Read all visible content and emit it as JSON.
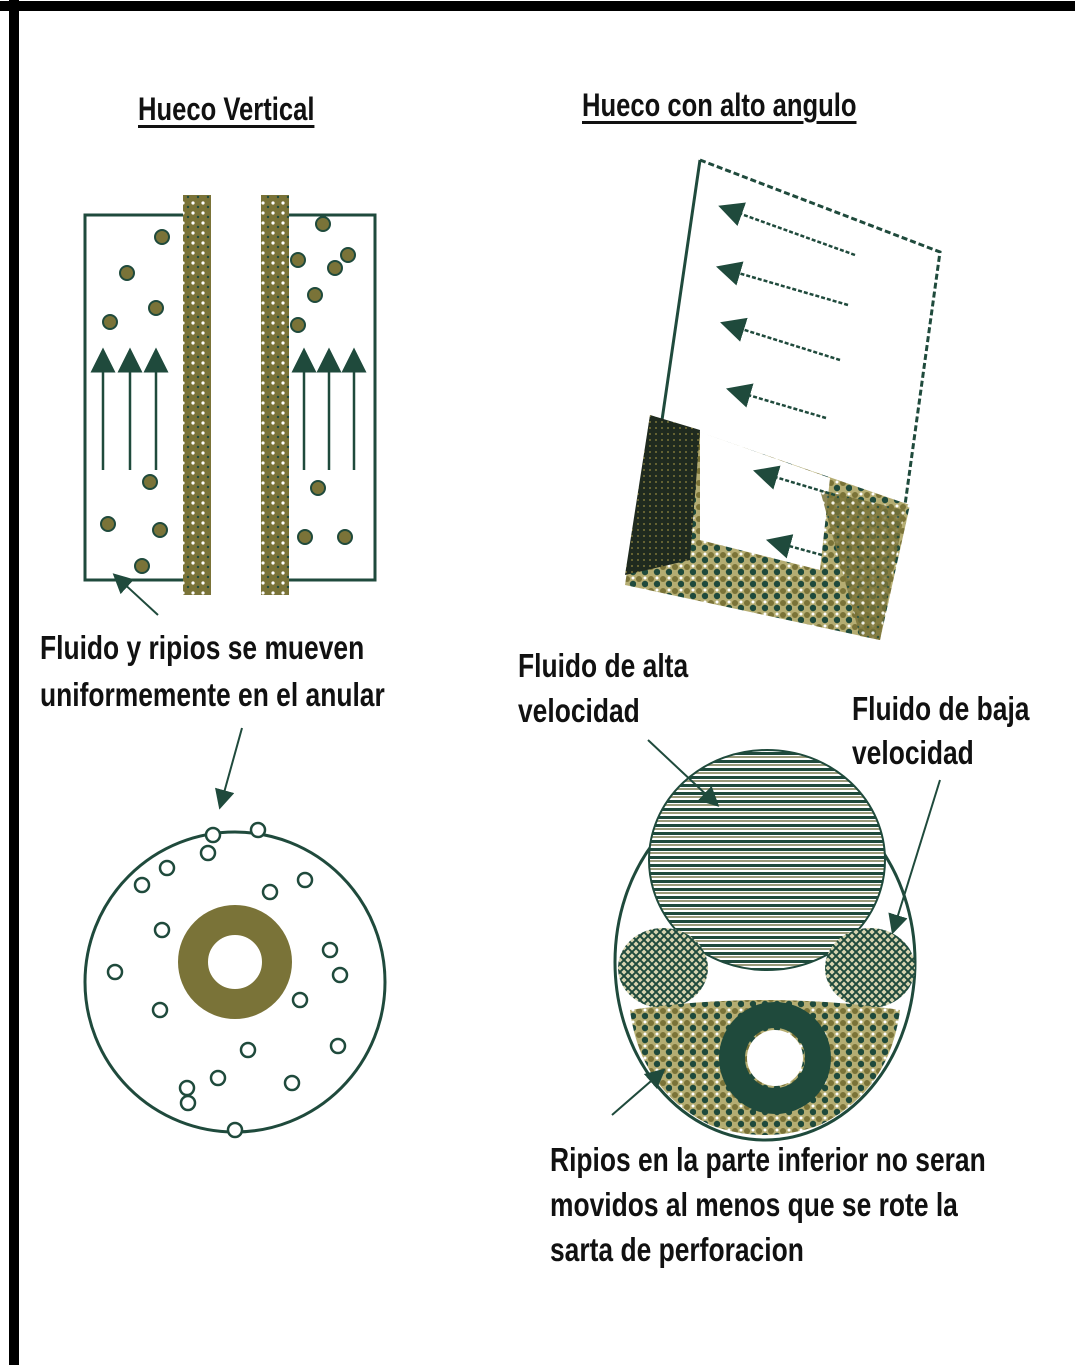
{
  "titles": {
    "vertical": "Hueco Vertical",
    "angled": "Hueco con alto angulo"
  },
  "captions": {
    "vertical_line1": "Fluido y ripios se mueven",
    "vertical_line2": "uniformemente en el anular",
    "high_velocity_line1": "Fluido de alta",
    "high_velocity_line2": "velocidad",
    "low_velocity_line1": "Fluido de baja",
    "low_velocity_line2": "velocidad",
    "cuttings_line1": "Ripios en la parte inferior no seran",
    "cuttings_line2": "movidos al menos que se rote la",
    "cuttings_line3": "sarta de perforacion"
  },
  "colors": {
    "olive": "#7a7338",
    "dark_green": "#1f4a3c",
    "frame": "#000000",
    "background": "#ffffff"
  }
}
